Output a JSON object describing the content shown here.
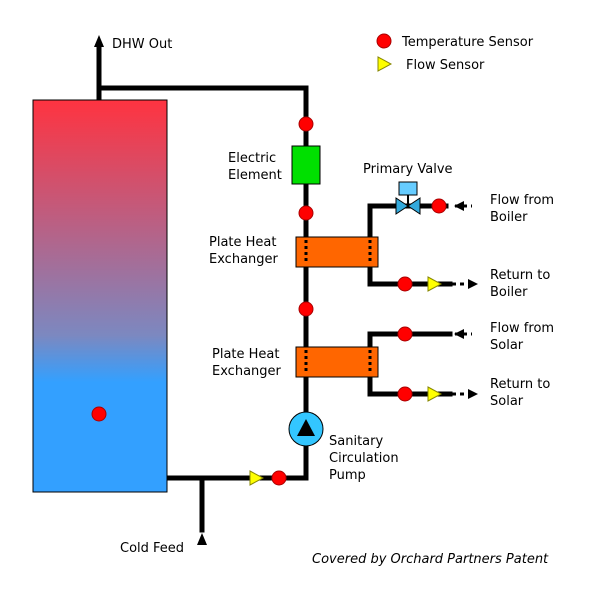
{
  "labels": {
    "dhw_out": "DHW Out",
    "cold_feed": "Cold Feed",
    "electric_element_1": "Electric",
    "electric_element_2": "Element",
    "primary_valve": "Primary Valve",
    "phe_top_1": "Plate Heat",
    "phe_top_2": "Exchanger",
    "phe_bottom_1": "Plate Heat",
    "phe_bottom_2": "Exchanger",
    "pump_1": "Sanitary",
    "pump_2": "Circulation",
    "pump_3": "Pump",
    "flow_from_boiler_1": "Flow from",
    "flow_from_boiler_2": "Boiler",
    "return_to_boiler_1": "Return to",
    "return_to_boiler_2": "Boiler",
    "flow_from_solar_1": "Flow from",
    "flow_from_solar_2": "Solar",
    "return_to_solar_1": "Return to",
    "return_to_solar_2": "Solar",
    "patent": "Covered by Orchard Partners Patent"
  },
  "legend": {
    "temperature_sensor": "Temperature Sensor",
    "flow_sensor": "Flow Sensor"
  },
  "colors": {
    "tank_top": "#ff3340",
    "tank_bottom": "#33a0ff",
    "sensor_red": "#ff0000",
    "flow_yellow": "#ffff00",
    "element_green": "#00e000",
    "phe_orange": "#ff6600",
    "pump_blue": "#33c6ff",
    "valve_blue": "#66ccff"
  }
}
